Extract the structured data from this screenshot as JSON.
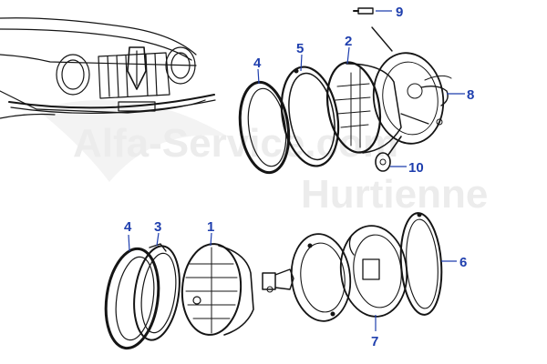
{
  "watermark": {
    "line1": "Alfa-Service.com",
    "line2": "Hurtienne"
  },
  "callouts": [
    {
      "id": "9",
      "text": "9"
    },
    {
      "id": "5",
      "text": "5"
    },
    {
      "id": "2",
      "text": "2"
    },
    {
      "id": "4a",
      "text": "4"
    },
    {
      "id": "8",
      "text": "8"
    },
    {
      "id": "10",
      "text": "10"
    },
    {
      "id": "4b",
      "text": "4"
    },
    {
      "id": "3",
      "text": "3"
    },
    {
      "id": "1",
      "text": "1"
    },
    {
      "id": "6",
      "text": "6"
    },
    {
      "id": "7",
      "text": "7"
    }
  ],
  "colors": {
    "callout": "#1f3fae",
    "ink": "#151515",
    "watermark": "#ececec"
  }
}
